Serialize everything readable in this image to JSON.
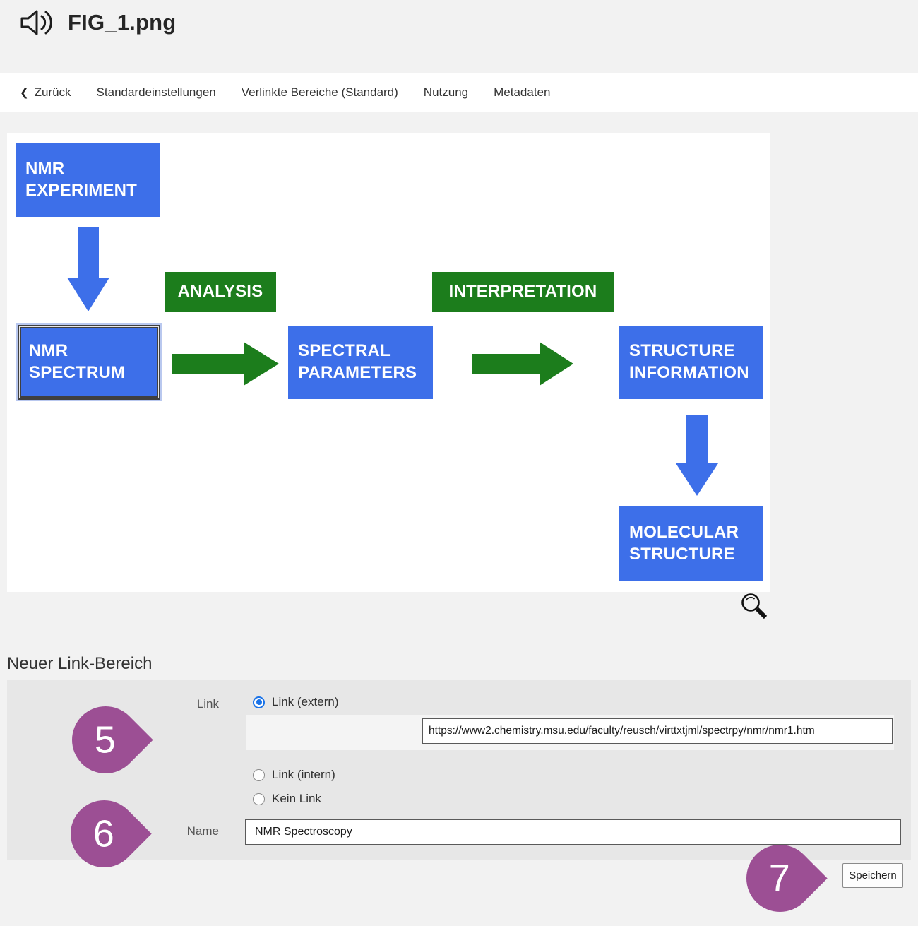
{
  "colors": {
    "page_background": "#f2f2f2",
    "diagram_box_blue": "#3D6FE9",
    "diagram_box_green": "#1C7D1C",
    "marker_purple": "#9C4F94",
    "radio_selected_blue": "#1A73E8"
  },
  "header": {
    "title": "FIG_1.png",
    "audio_icon": "speaker-icon"
  },
  "nav": {
    "back_icon": "❮",
    "back_label": "Zurück",
    "items": [
      "Standardeinstellungen",
      "Verlinkte Bereiche (Standard)",
      "Nutzung",
      "Metadaten"
    ]
  },
  "diagram": {
    "nodes": {
      "experiment": "NMR\nEXPERIMENT",
      "spectrum": "NMR\nSPECTRUM",
      "analysis": "ANALYSIS",
      "spectral_parameters": "SPECTRAL\nPARAMETERS",
      "interpretation": "INTERPRETATION",
      "structure_information": "STRUCTURE\nINFORMATION",
      "molecular_structure": "MOLECULAR\nSTRUCTURE"
    },
    "selected_node": "spectrum",
    "zoom_icon": "magnifier-icon"
  },
  "section": {
    "heading": "Neuer Link-Bereich"
  },
  "form": {
    "link_label": "Link",
    "options": [
      {
        "label": "Link (extern)",
        "selected": true
      },
      {
        "label": "Link (intern)",
        "selected": false
      },
      {
        "label": "Kein Link",
        "selected": false
      }
    ],
    "link_url": "https://www2.chemistry.msu.edu/faculty/reusch/virttxtjml/spectrpy/nmr/nmr1.htm",
    "name_label": "Name",
    "name_value": "NMR Spectroscopy",
    "save_label": "Speichern"
  },
  "markers": {
    "five": "5",
    "six": "6",
    "seven": "7"
  }
}
